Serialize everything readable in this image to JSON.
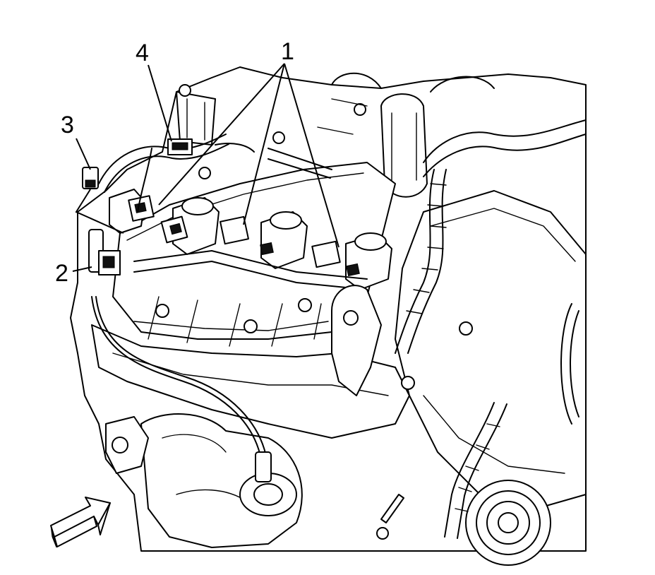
{
  "callouts": {
    "c1": "1",
    "c2": "2",
    "c3": "3",
    "c4": "4"
  },
  "icons": {
    "view_arrow": "view-direction-arrow-icon"
  },
  "colors": {
    "line": "#000000",
    "background": "#ffffff"
  }
}
